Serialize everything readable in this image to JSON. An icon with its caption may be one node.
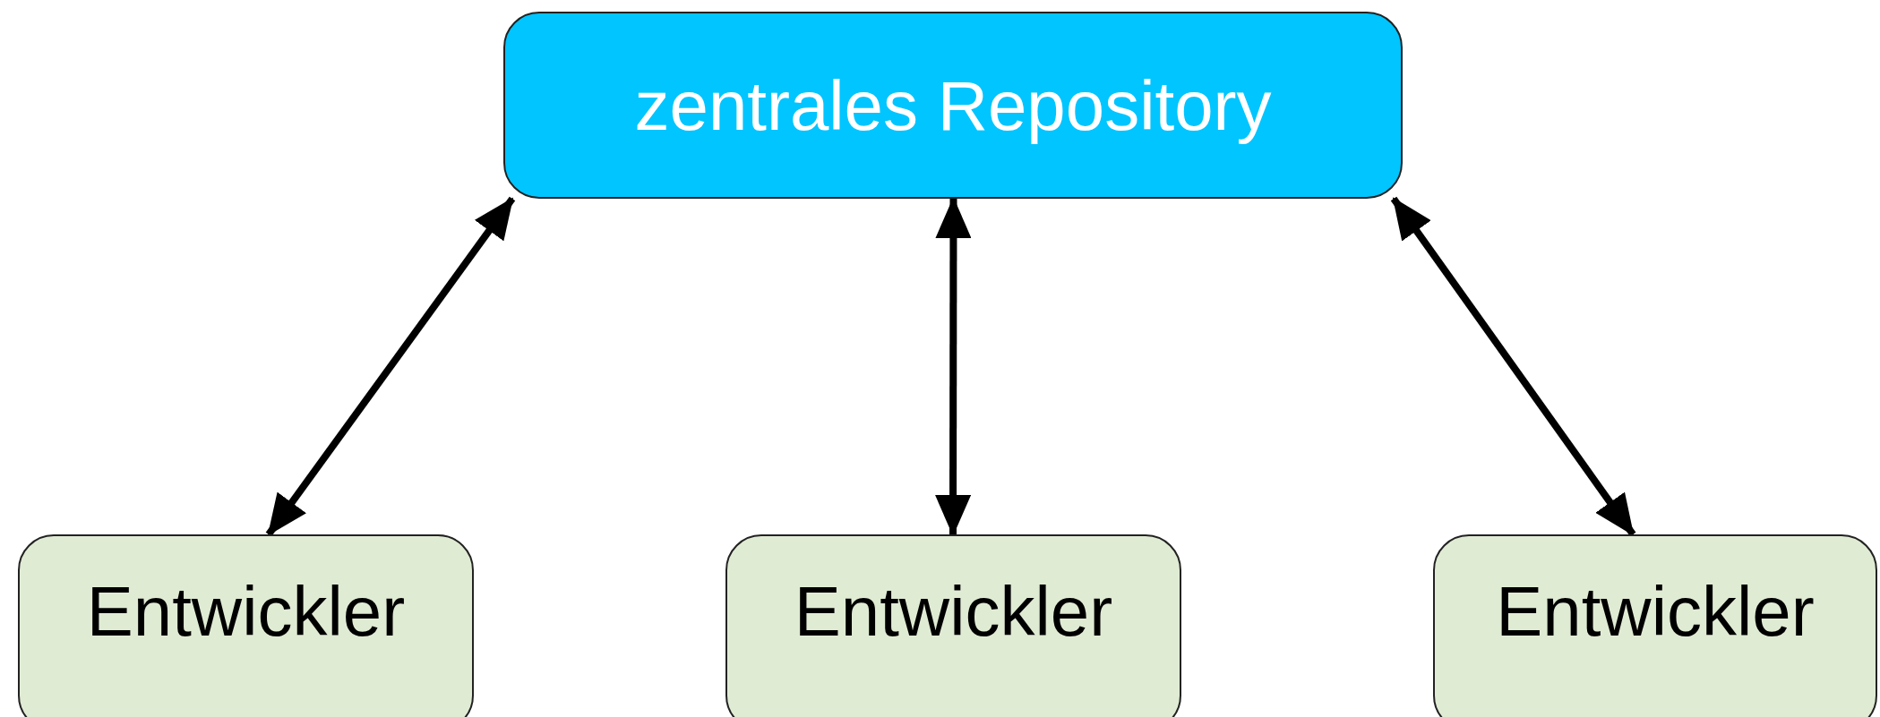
{
  "diagram": {
    "nodes": [
      {
        "text": [
          "zentrales Repository"
        ]
      },
      {
        "text": [
          "Entwickler"
        ]
      },
      {
        "text": [
          "Entwickler"
        ]
      },
      {
        "text": [
          "Entwickler"
        ]
      }
    ],
    "edges": [
      {
        "from": 0,
        "to": 1,
        "arrow": "both"
      },
      {
        "from": 0,
        "to": 2,
        "arrow": "both"
      },
      {
        "from": 0,
        "to": 3,
        "arrow": "both"
      }
    ]
  }
}
